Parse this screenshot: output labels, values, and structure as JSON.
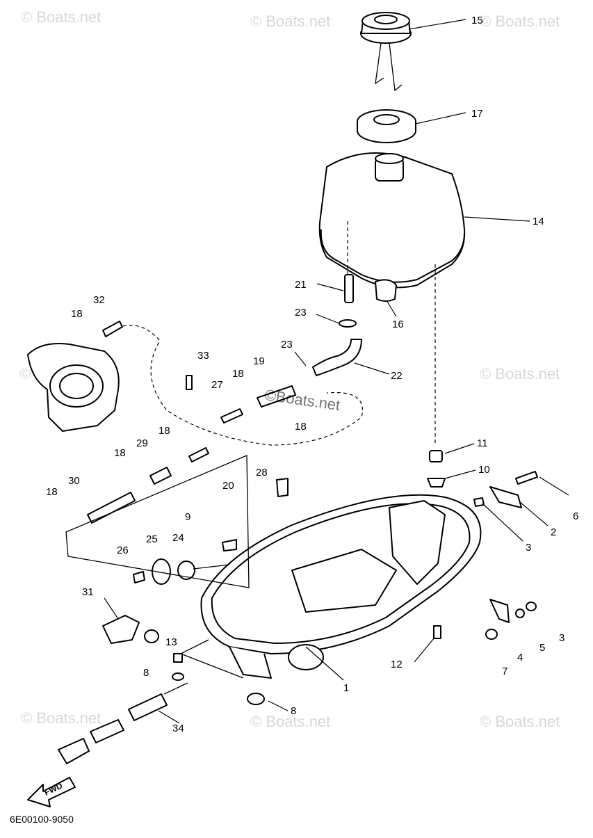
{
  "diagram": {
    "part_number": "6E00100-9050",
    "watermark": "© Boats.net",
    "watermark_overlay": "©Boats.net",
    "fwd_label": "FWD",
    "callouts": [
      "15",
      "17",
      "14",
      "21",
      "16",
      "23",
      "22",
      "23",
      "19",
      "18",
      "32",
      "18",
      "33",
      "27",
      "18",
      "29",
      "18",
      "18",
      "30",
      "18",
      "20",
      "28",
      "9",
      "11",
      "10",
      "6",
      "2",
      "3",
      "25",
      "24",
      "26",
      "31",
      "13",
      "8",
      "1",
      "12",
      "7",
      "4",
      "5",
      "3",
      "8",
      "34"
    ]
  }
}
